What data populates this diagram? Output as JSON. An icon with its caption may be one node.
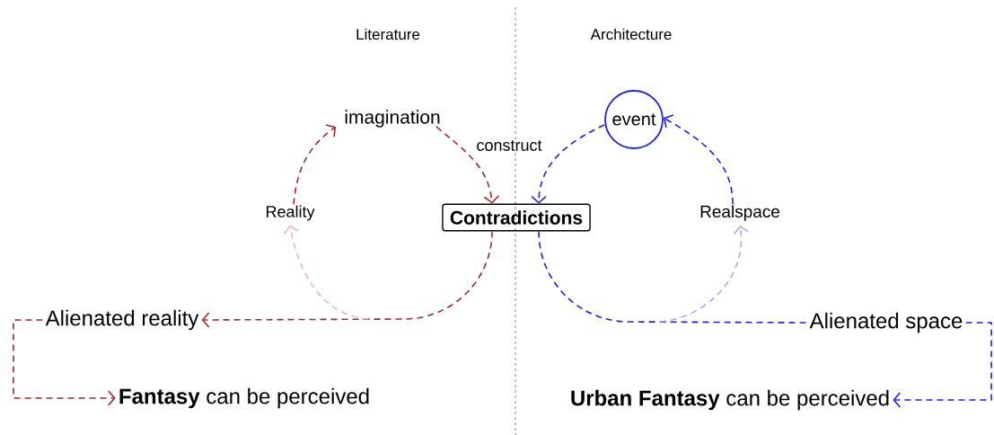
{
  "diagram": {
    "nodes": [
      {
        "text": [
          "imagination"
        ]
      },
      {
        "text": [
          "Contradictions"
        ]
      },
      {
        "text": [
          "Reality"
        ]
      },
      {
        "text": [
          "Alienated reality"
        ]
      },
      {
        "text": [
          "**Fantasy** can be perceived"
        ]
      },
      {
        "text": [
          "event"
        ]
      },
      {
        "text": [
          "Realspace"
        ]
      },
      {
        "text": [
          "Alienated space"
        ]
      },
      {
        "text": [
          "**Urban Fantasy** can be perceived"
        ]
      }
    ],
    "edges": [
      {
        "from": 2,
        "to": 0,
        "arrow": "to",
        "style": "dashed",
        "color": "#9b2c2c"
      },
      {
        "from": 0,
        "to": 1,
        "arrow": "to",
        "label": "construct",
        "style": "dashed",
        "color": "#9b2c2c"
      },
      {
        "from": 1,
        "to": 3,
        "arrow": "to",
        "style": "dashed",
        "color": "#9b2c2c"
      },
      {
        "from": null,
        "to": 2,
        "arrow": "to",
        "style": "dashed",
        "color": "#e6b8be"
      },
      {
        "from": 3,
        "to": 4,
        "arrow": "to",
        "style": "dashed",
        "color": "#9b2c2c"
      },
      {
        "from": 5,
        "to": 1,
        "arrow": "to",
        "style": "dashed",
        "color": "#1f1fe8"
      },
      {
        "from": 1,
        "to": 7,
        "arrow": "none",
        "style": "dashed",
        "color": "#1f1fe8"
      },
      {
        "from": 6,
        "to": 5,
        "arrow": "to",
        "style": "dashed",
        "color": "#1f1fe8"
      },
      {
        "from": null,
        "to": 6,
        "arrow": "to",
        "style": "dashed",
        "color": "#a9a9f5"
      },
      {
        "from": 7,
        "to": 8,
        "arrow": "to",
        "style": "dashed",
        "color": "#1f1fe8"
      }
    ],
    "labels": [
      "Literature",
      "Architecture"
    ]
  }
}
